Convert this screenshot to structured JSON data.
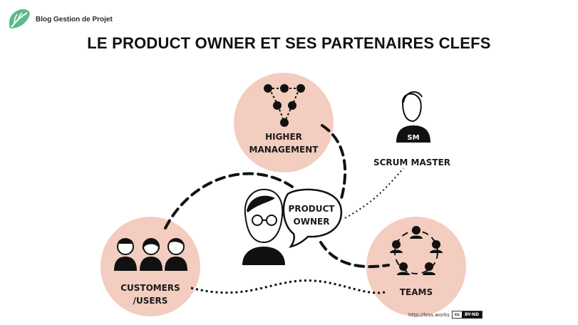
{
  "brand": {
    "name": "Blog Gestion de Projet",
    "logo_color": "#5dba8a",
    "logo_icon": "leaf-logo-icon"
  },
  "title": "LE PRODUCT OWNER ET SES PARTENAIRES CLEFS",
  "nodes": {
    "higher_management": {
      "line1": "HIGHER",
      "line2": "MANAGEMENT"
    },
    "scrum_master": {
      "label": "SCRUM MASTER",
      "badge": "SM"
    },
    "product_owner": {
      "line1": "PRODUCT",
      "line2": "OWNER"
    },
    "customers": {
      "line1": "CUSTOMERS",
      "line2": "/USERS"
    },
    "teams": {
      "label": "TEAMS"
    }
  },
  "colors": {
    "circle_fill": "#f3cdbf",
    "ink": "#111111"
  },
  "credit": {
    "url": "http://less.works",
    "license": "BY-ND",
    "cc": "cc"
  }
}
